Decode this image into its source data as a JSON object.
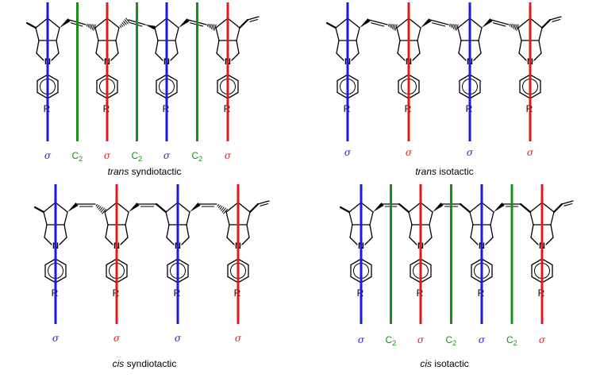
{
  "colors": {
    "sigma_a": "#1a1ae0",
    "sigma_b": "#e01a1a",
    "c2": "#1a8c1a",
    "bond": "#000000"
  },
  "labels": {
    "n_atom": "N",
    "r_group": "R",
    "sigma": "σ",
    "c2_main": "C",
    "c2_sub": "2"
  },
  "panels": [
    {
      "name": "trans-syndiotactic",
      "caption_em": "trans",
      "caption_rest": " syndiotactic",
      "geometry": "trans",
      "tacticity": "syndiotactic",
      "symmetry": [
        "σ",
        "C2",
        "σ",
        "C2",
        "σ",
        "C2",
        "σ"
      ]
    },
    {
      "name": "trans-isotactic",
      "caption_em": "trans",
      "caption_rest": " isotactic",
      "geometry": "trans",
      "tacticity": "isotactic",
      "symmetry": [
        "σ",
        "σ",
        "σ",
        "σ"
      ]
    },
    {
      "name": "cis-syndiotactic",
      "caption_em": "cis",
      "caption_rest": " syndiotactic",
      "geometry": "cis",
      "tacticity": "syndiotactic",
      "symmetry": [
        "σ",
        "σ",
        "σ",
        "σ"
      ]
    },
    {
      "name": "cis-isotactic",
      "caption_em": "cis",
      "caption_rest": " isotactic",
      "geometry": "cis",
      "tacticity": "isotactic",
      "symmetry": [
        "σ",
        "C2",
        "σ",
        "C2",
        "σ",
        "C2",
        "σ"
      ]
    }
  ]
}
